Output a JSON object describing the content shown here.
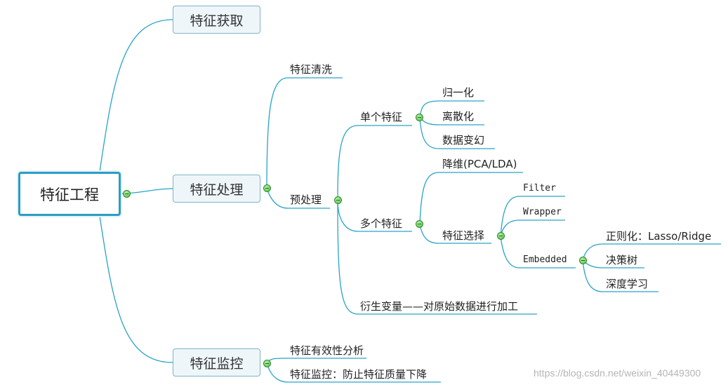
{
  "root": {
    "label": "特征工程"
  },
  "branches": {
    "acquisition": {
      "label": "特征获取"
    },
    "processing": {
      "label": "特征处理",
      "cleaning": "特征清洗",
      "preprocessing": {
        "label": "预处理",
        "single": {
          "label": "单个特征",
          "children": [
            "归一化",
            "离散化",
            "数据变幻"
          ]
        },
        "multiple": {
          "label": "多个特征",
          "dim_reduction": "降维(PCA/LDA)",
          "selection": {
            "label": "特征选择",
            "filter": "Filter",
            "wrapper": "Wrapper",
            "embedded": {
              "label": "Embedded",
              "children": [
                "正则化：Lasso/Ridge",
                "决策树",
                "深度学习"
              ]
            }
          }
        },
        "derived": "衍生变量——对原始数据进行加工"
      }
    },
    "monitoring": {
      "label": "特征监控",
      "children": [
        "特征有效性分析",
        "特征监控：防止特征质量下降"
      ]
    }
  },
  "watermark": "https://blog.csdn.net/weixin_40449300",
  "colors": {
    "connector": "#2aa3c6",
    "box_fill": "#eef6fa",
    "box_border": "#7fb3c8",
    "toggle": "#4cbc3c"
  }
}
